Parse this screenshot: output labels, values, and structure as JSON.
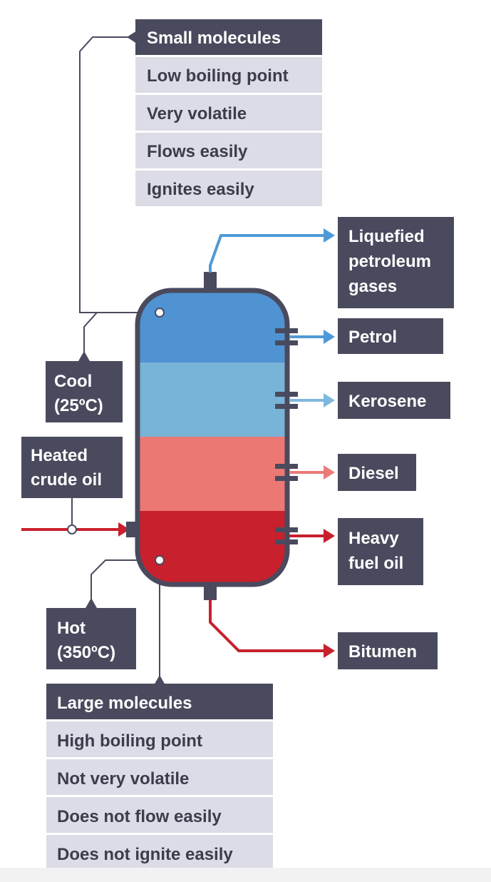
{
  "colors": {
    "dark": "#4a4a5e",
    "light_row": "#dcdce6",
    "line": "#4a4a5e",
    "band_top": "#4f93d2",
    "band_2": "#78b3d8",
    "band_3": "#ec7873",
    "band_bottom": "#c8202c",
    "arrow_blue": "#4f9ad6",
    "arrow_light_blue": "#7fb8dd",
    "arrow_pink": "#eb7b77",
    "arrow_red": "#c8202c"
  },
  "top_table": {
    "header": "Small molecules",
    "rows": [
      "Low boiling point",
      "Very volatile",
      "Flows easily",
      "Ignites easily"
    ]
  },
  "bottom_table": {
    "header": "Large molecules",
    "rows": [
      "High boiling point",
      "Not very volatile",
      "Does not flow easily",
      "Does not ignite easily"
    ]
  },
  "temperature_labels": {
    "cool": [
      "Cool",
      "(25ºC)"
    ],
    "hot": [
      "Hot",
      "(350ºC)"
    ],
    "input": [
      "Heated",
      "crude oil"
    ]
  },
  "fractions": {
    "lpg": [
      "Liquefied",
      "petroleum",
      "gases"
    ],
    "petrol": "Petrol",
    "kerosene": "Kerosene",
    "diesel": "Diesel",
    "heavy_fuel_oil": [
      "Heavy",
      "fuel oil"
    ],
    "bitumen": "Bitumen"
  }
}
